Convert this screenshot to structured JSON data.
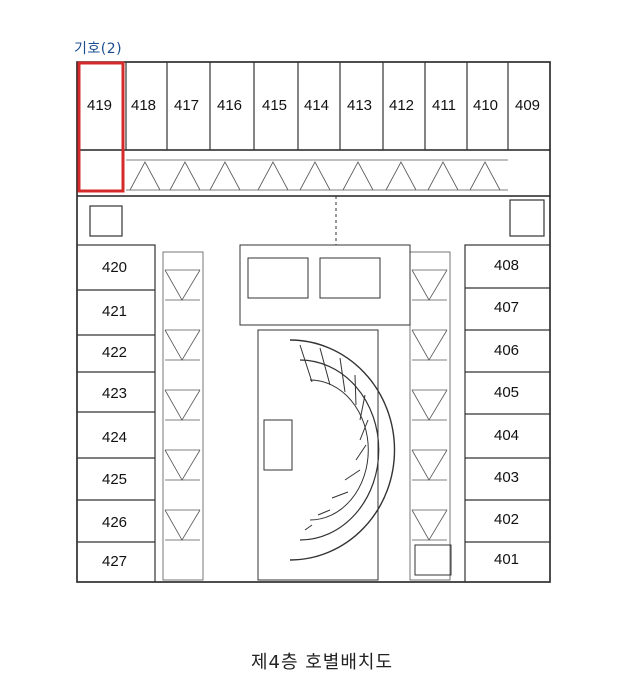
{
  "legend_label": "기호(2)",
  "caption": "제4층  호별배치도",
  "highlight_color": "#d42a2a",
  "highlighted_room": "419",
  "rooms": {
    "r419": "419",
    "r418": "418",
    "r417": "417",
    "r416": "416",
    "r415": "415",
    "r414": "414",
    "r413": "413",
    "r412": "412",
    "r411": "411",
    "r410": "410",
    "r409": "409",
    "r408": "408",
    "r407": "407",
    "r406": "406",
    "r405": "405",
    "r404": "404",
    "r403": "403",
    "r402": "402",
    "r401": "401",
    "r420": "420",
    "r421": "421",
    "r422": "422",
    "r423": "423",
    "r424": "424",
    "r425": "425",
    "r426": "426",
    "r427": "427"
  }
}
